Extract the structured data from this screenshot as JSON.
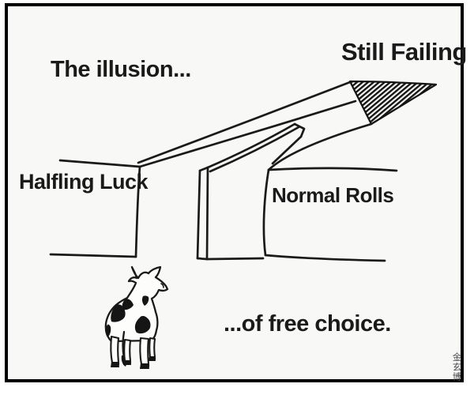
{
  "meme": {
    "top_left_caption": "The illusion...",
    "top_right_caption": "Still Failing",
    "left_wall_label": "Halfling Luck",
    "right_wall_label": "Normal Rolls",
    "bottom_caption": "...of free choice.",
    "watermark": "金玄博"
  },
  "colors": {
    "page-bg": "#ffffff",
    "panel-bg": "#f8f8f6",
    "ink": "#1a1a1a",
    "frame": "#000000"
  }
}
